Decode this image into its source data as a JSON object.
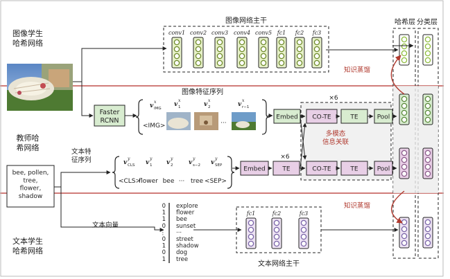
{
  "sections": {
    "image_student": "图像学生\n哈希网络",
    "teacher": "教师哈\n希网络",
    "text_student": "文本学生\n哈希网络"
  },
  "image_backbone": {
    "title": "图像网络主干",
    "layers": [
      "conv1",
      "conv2",
      "conv3",
      "conv4",
      "conv5",
      "fc1",
      "fc2",
      "fc3"
    ]
  },
  "text_backbone": {
    "title": "文本网络主干",
    "layers": [
      "fc1",
      "fc2",
      "fc3"
    ]
  },
  "hash_layer_label": "哈希层",
  "class_layer_label": "分类层",
  "distill_label": "知识蒸馏",
  "distill_label_2": "知识蒸馏",
  "faster_rcnn": "Faster\nRCNN",
  "image_feature_seq": {
    "title": "图像特征序列",
    "tokens": [
      "v^x_IMG",
      "v^x_1",
      "v^x_2",
      "v^x_{r-1}"
    ],
    "img_token": "<IMG>",
    "ellipsis": "···"
  },
  "text_feature_seq": {
    "title": "文本特\n征序列",
    "tokens": [
      "v^y_CLS",
      "v^y_1",
      "v^y_2",
      "v^y_{s-2}",
      "v^y_SEP"
    ],
    "words": [
      "<CLS>",
      "flower",
      "bee",
      "···",
      "tree",
      "<SEP>"
    ]
  },
  "text_vector_label": "文本向量",
  "tags_box": "bee, pollen,\ntree,\nflower,\nshadow",
  "bow": {
    "values": [
      "0",
      "1",
      "1",
      "0",
      "⋮",
      "0",
      "1",
      "0",
      "1"
    ],
    "words": [
      "explore",
      "flower",
      "bee",
      "sunset",
      "···",
      "street",
      "shadow",
      "dog",
      "tree"
    ]
  },
  "modules": {
    "embed": "Embed",
    "co_te": "CO-TE",
    "te": "TE",
    "pool": "Pool",
    "x6": "×6",
    "multimodal": "多模态\n信息关联"
  },
  "colors": {
    "green_fill": "#d8ecd0",
    "green_stroke": "#5a8a3a",
    "pink_fill": "#e8cfe6",
    "pink_stroke": "#8a5a8a",
    "red_line": "#c0504d",
    "purple": "#7a64a8",
    "lime": "#8dbb3c"
  },
  "icons": [
    "flower-photo-icon",
    "crop-photo-icon"
  ]
}
